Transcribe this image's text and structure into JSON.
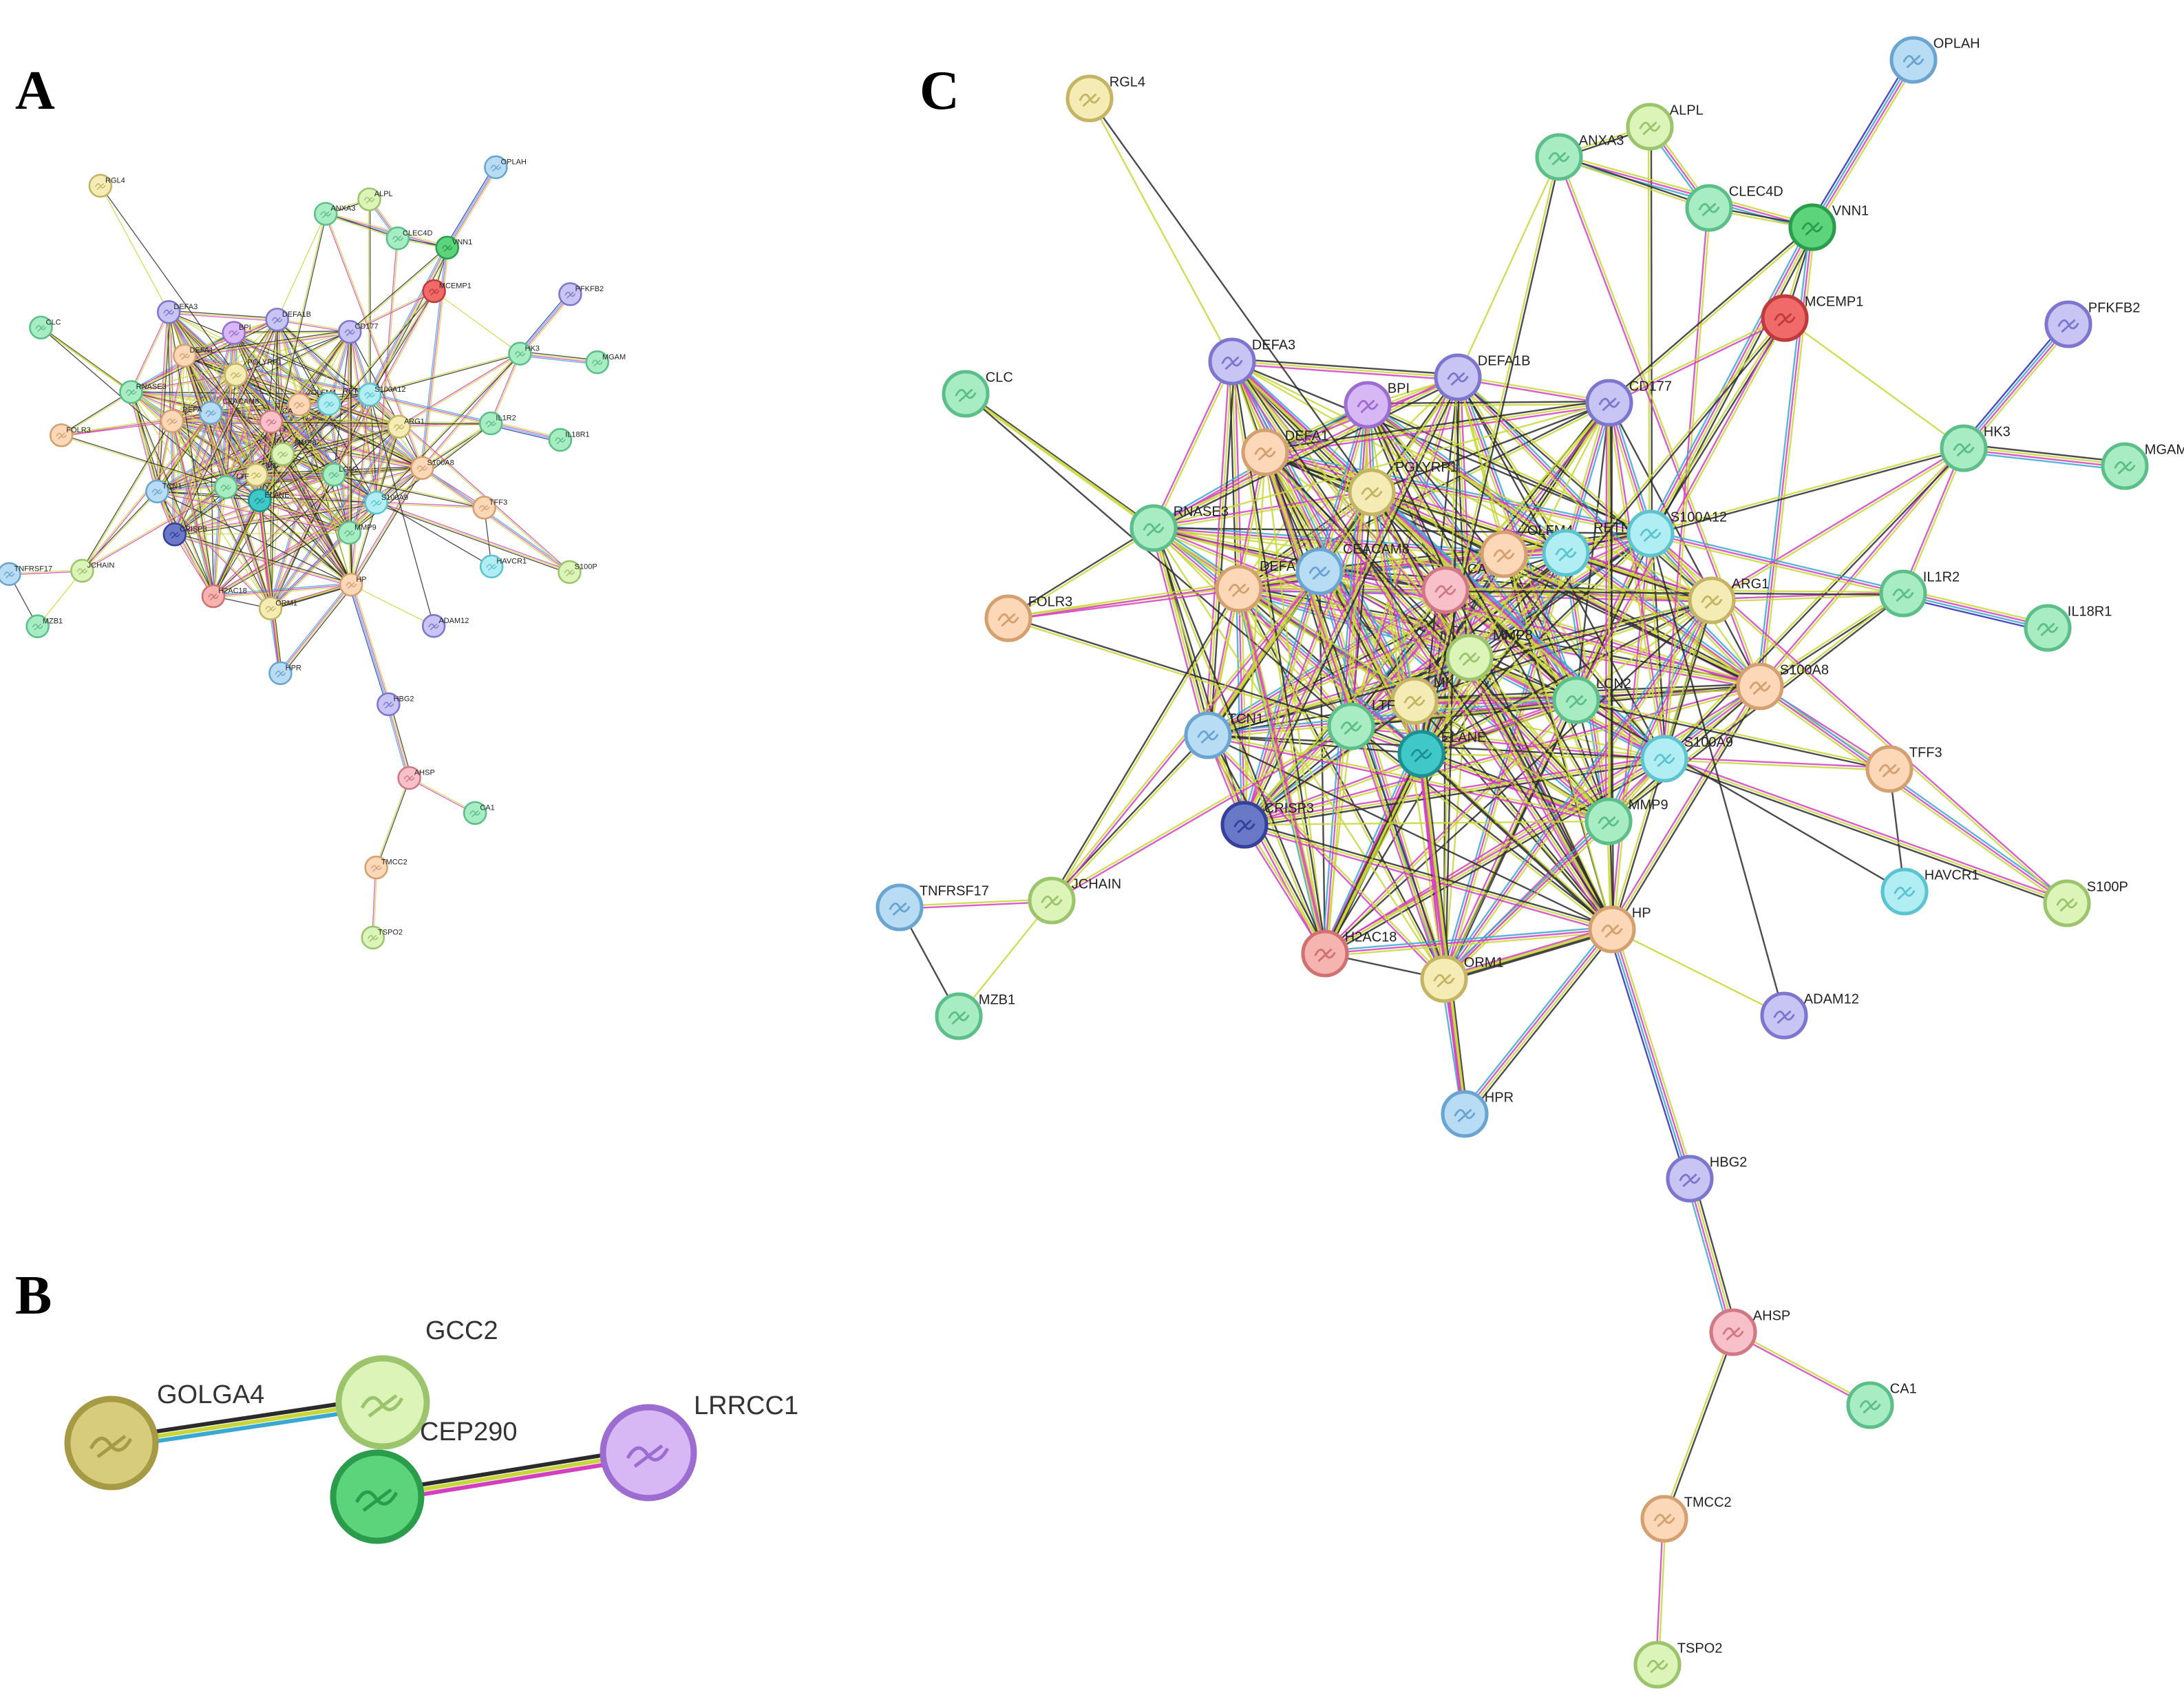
{
  "panels": {
    "a": "A",
    "b": "B",
    "c": "C"
  },
  "palette": {
    "mint": "#a8ecc4",
    "mintStroke": "#5cbf8a",
    "lavender": "#c8c4f4",
    "lavStroke": "#7d76cf",
    "peach": "#fcd8b8",
    "peachStroke": "#d4a070",
    "cyan": "#b0eef4",
    "cyanStroke": "#5cc4d0",
    "skyblue": "#b8dcf4",
    "skyStroke": "#6aa4d0",
    "lime": "#dcf4b8",
    "limeStroke": "#9cc46c",
    "pink": "#f8c0c8",
    "pinkStroke": "#d07884",
    "salmon": "#f6b4b0",
    "salmonStroke": "#d07070",
    "cream": "#f4ecb4",
    "creamStroke": "#c4b464",
    "purple": "#d8b8f4",
    "purpleStroke": "#9c6cd0",
    "red": "#f06a6a",
    "redStroke": "#c03a3a",
    "green": "#5cd47c",
    "greenStroke": "#2a9c4c",
    "teal": "#40c8c8",
    "tealStroke": "#1c9090",
    "navy": "#6a78c8",
    "navyStroke": "#34409a",
    "olive": "#d6cc7c",
    "oliveStroke": "#a69a44",
    "edgeColors": [
      "#2b2b2b",
      "#c9d63a",
      "#d43fc0",
      "#3aa8d4",
      "#2a2ab4",
      "#22aa44"
    ]
  },
  "networkC": {
    "nodes": [
      {
        "id": "RGL4",
        "color": "cream"
      },
      {
        "id": "OPLAH",
        "color": "skyblue"
      },
      {
        "id": "ALPL",
        "color": "lime"
      },
      {
        "id": "ANXA3",
        "color": "mint"
      },
      {
        "id": "CLEC4D",
        "color": "mint"
      },
      {
        "id": "VNN1",
        "color": "green"
      },
      {
        "id": "MCEMP1",
        "color": "red"
      },
      {
        "id": "PFKFB2",
        "color": "lavender"
      },
      {
        "id": "DEFA3",
        "color": "lavender"
      },
      {
        "id": "DEFA1B",
        "color": "lavender"
      },
      {
        "id": "BPI",
        "color": "purple"
      },
      {
        "id": "CD177",
        "color": "lavender"
      },
      {
        "id": "CLC",
        "color": "mint"
      },
      {
        "id": "DEFA1",
        "color": "peach"
      },
      {
        "id": "PGLYRP1",
        "color": "cream"
      },
      {
        "id": "HK3",
        "color": "mint"
      },
      {
        "id": "MGAM",
        "color": "mint"
      },
      {
        "id": "RNASE3",
        "color": "mint"
      },
      {
        "id": "CEACAM8",
        "color": "skyblue"
      },
      {
        "id": "OLFM4",
        "color": "peach"
      },
      {
        "id": "RETN",
        "color": "cyan"
      },
      {
        "id": "S100A12",
        "color": "cyan"
      },
      {
        "id": "DEFA",
        "color": "peach"
      },
      {
        "id": "CA",
        "color": "pink"
      },
      {
        "id": "ARG1",
        "color": "cream"
      },
      {
        "id": "IL1R2",
        "color": "mint"
      },
      {
        "id": "IL18R1",
        "color": "mint"
      },
      {
        "id": "FOLR3",
        "color": "peach"
      },
      {
        "id": "MMP8",
        "color": "lime"
      },
      {
        "id": "MK",
        "color": "cream"
      },
      {
        "id": "LTF",
        "color": "mint"
      },
      {
        "id": "LCN2",
        "color": "mint"
      },
      {
        "id": "S100A8",
        "color": "peach"
      },
      {
        "id": "TCN1",
        "color": "skyblue"
      },
      {
        "id": "ELANE",
        "color": "teal"
      },
      {
        "id": "S100A9",
        "color": "cyan"
      },
      {
        "id": "TFF3",
        "color": "peach"
      },
      {
        "id": "CRISP3",
        "color": "navy"
      },
      {
        "id": "MMP9",
        "color": "mint"
      },
      {
        "id": "HAVCR1",
        "color": "cyan"
      },
      {
        "id": "S100P",
        "color": "lime"
      },
      {
        "id": "TNFRSF17",
        "color": "skyblue"
      },
      {
        "id": "JCHAIN",
        "color": "lime"
      },
      {
        "id": "HP",
        "color": "peach"
      },
      {
        "id": "H2AC18",
        "color": "salmon"
      },
      {
        "id": "ORM1",
        "color": "cream"
      },
      {
        "id": "MZB1",
        "color": "mint"
      },
      {
        "id": "ADAM12",
        "color": "lavender"
      },
      {
        "id": "HPR",
        "color": "skyblue"
      },
      {
        "id": "HBG2",
        "color": "lavender"
      },
      {
        "id": "AHSP",
        "color": "pink"
      },
      {
        "id": "CA1",
        "color": "mint"
      },
      {
        "id": "TMCC2",
        "color": "peach"
      },
      {
        "id": "TSPO2",
        "color": "lime"
      }
    ]
  },
  "networkB": {
    "nodes": [
      {
        "id": "GOLGA4",
        "color": "olive"
      },
      {
        "id": "GCC2",
        "color": "lime"
      },
      {
        "id": "CEP290",
        "color": "green"
      },
      {
        "id": "LRRCC1",
        "color": "purple"
      }
    ],
    "edges": [
      {
        "s": "GOLGA4",
        "t": "GCC2"
      },
      {
        "s": "CEP290",
        "t": "LRRCC1"
      }
    ]
  }
}
